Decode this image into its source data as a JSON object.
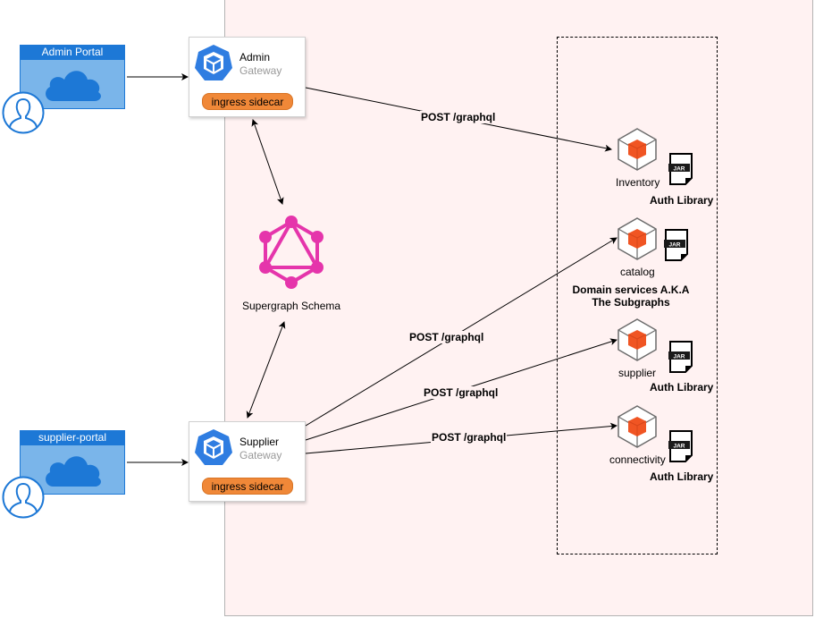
{
  "portals": [
    {
      "title": "Admin Portal",
      "icon": "cloud-icon"
    },
    {
      "title": "supplier-portal",
      "icon": "cloud-icon"
    }
  ],
  "gateways": [
    {
      "name": "Admin",
      "sub": "Gateway",
      "sidecar": "ingress sidecar",
      "icon": "kubernetes-icon"
    },
    {
      "name": "Supplier",
      "sub": "Gateway",
      "sidecar": "ingress sidecar",
      "icon": "kubernetes-icon"
    }
  ],
  "schema": {
    "label": "Supergraph Schema",
    "icon": "graphql-icon"
  },
  "edge_labels": [
    "POST /graphql",
    "POST /graphql",
    "POST /graphql",
    "POST /graphql"
  ],
  "services": [
    {
      "label": "Inventory",
      "library": "Auth Library"
    },
    {
      "label": "catalog",
      "library": ""
    },
    {
      "label": "supplier",
      "library": "Auth Library"
    },
    {
      "label": "connectivity",
      "library": "Auth Library"
    }
  ],
  "group_label": "Domain services A.K.A The Subgraphs",
  "jar_label": "JAR",
  "colors": {
    "portal": "#7ab5ea",
    "portal_header": "#1d78d6",
    "sidecar": "#f08838",
    "graphql": "#e535ab",
    "service": "#f05523",
    "panel": "#fff2f2"
  }
}
